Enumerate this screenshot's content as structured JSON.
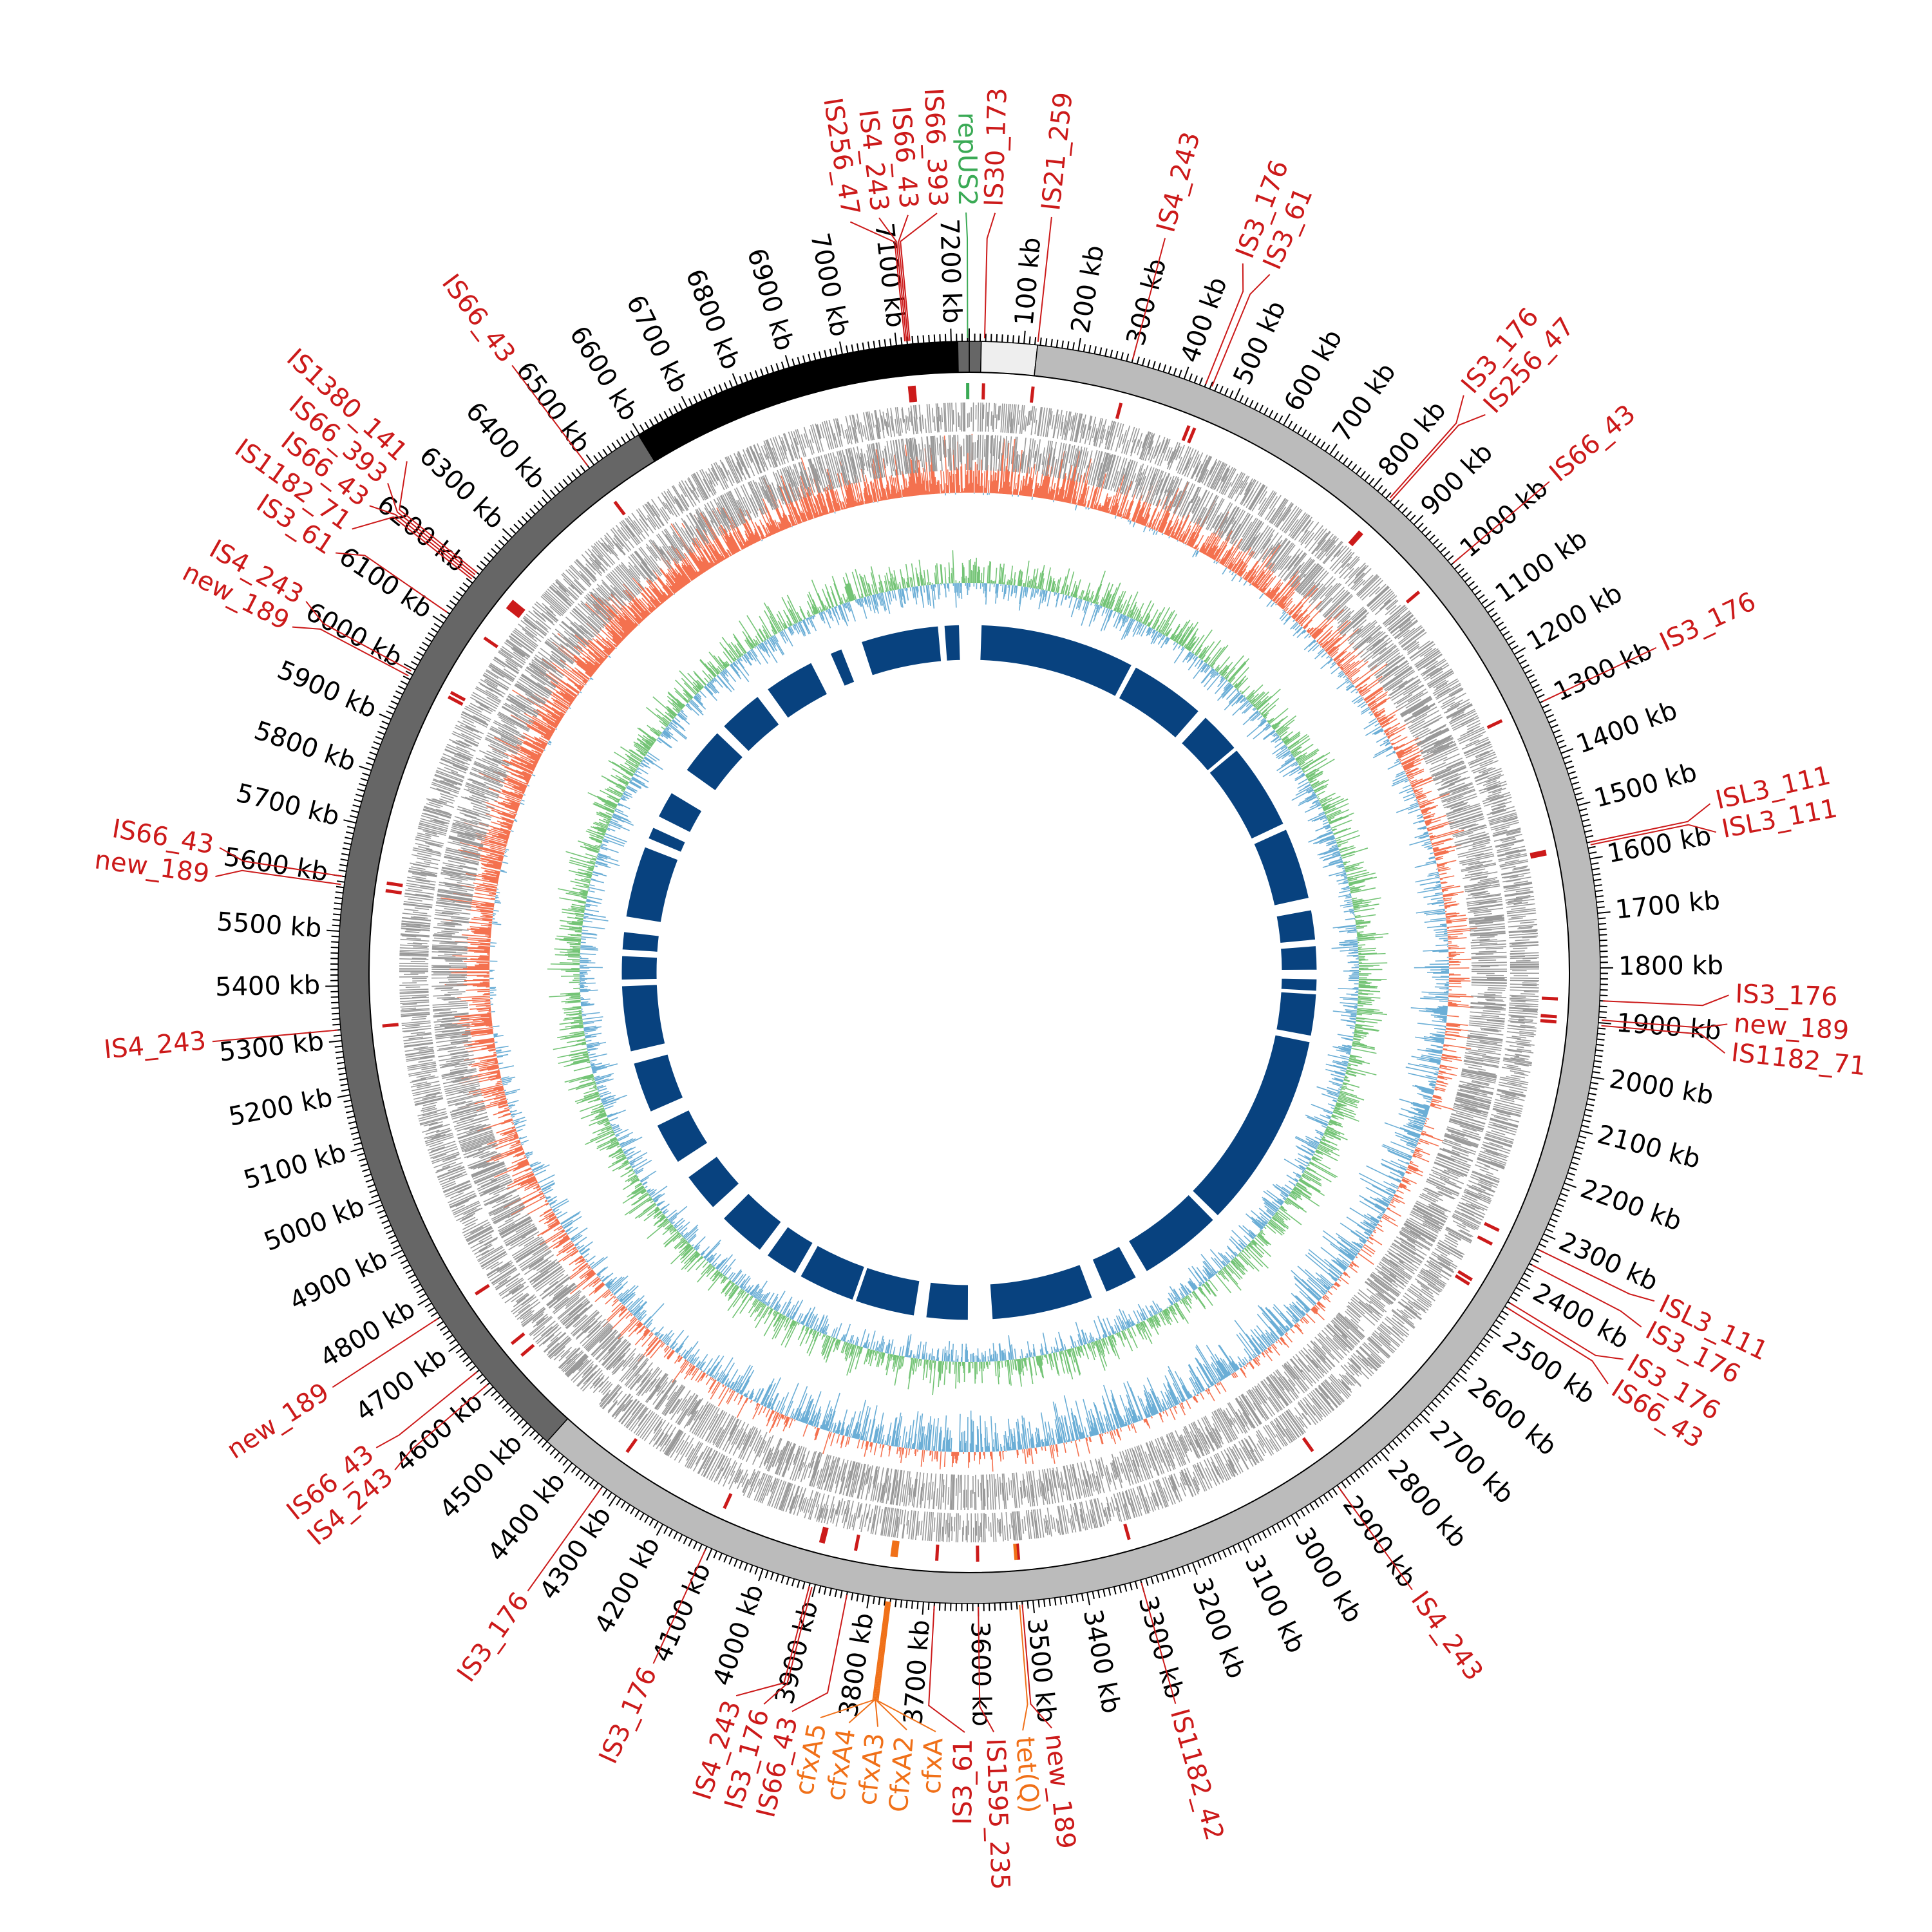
{
  "genome": {
    "total_kb": 7233,
    "tick_step_kb": 100,
    "minor_tick_step_kb": 10,
    "tick_labels": [
      "100 kb",
      "200 kb",
      "300 kb",
      "400 kb",
      "500 kb",
      "600 kb",
      "700 kb",
      "800 kb",
      "900 kb",
      "1000 kb",
      "1100 kb",
      "1200 kb",
      "1300 kb",
      "1400 kb",
      "1500 kb",
      "1600 kb",
      "1700 kb",
      "1800 kb",
      "1900 kb",
      "2000 kb",
      "2100 kb",
      "2200 kb",
      "2300 kb",
      "2400 kb",
      "2500 kb",
      "2600 kb",
      "2700 kb",
      "2800 kb",
      "2900 kb",
      "3000 kb",
      "3100 kb",
      "3200 kb",
      "3300 kb",
      "3400 kb",
      "3500 kb",
      "3600 kb",
      "3700 kb",
      "3800 kb",
      "3900 kb",
      "4000 kb",
      "4100 kb",
      "4200 kb",
      "4300 kb",
      "4400 kb",
      "4500 kb",
      "4600 kb",
      "4700 kb",
      "4800 kb",
      "4900 kb",
      "5000 kb",
      "5100 kb",
      "5200 kb",
      "5300 kb",
      "5400 kb",
      "5500 kb",
      "5600 kb",
      "5700 kb",
      "5800 kb",
      "5900 kb",
      "6000 kb",
      "6100 kb",
      "6200 kb",
      "6300 kb",
      "6400 kb",
      "6500 kb",
      "6600 kb",
      "6700 kb",
      "6800 kb",
      "6900 kb",
      "7000 kb",
      "7100 kb",
      "7200 kb"
    ]
  },
  "contigs": [
    {
      "start": 0,
      "end": 22,
      "color": "#666666"
    },
    {
      "start": 22,
      "end": 125,
      "color": "#eeeeee"
    },
    {
      "start": 125,
      "end": 4460,
      "color": "#bbbbbb"
    },
    {
      "start": 4460,
      "end": 6598,
      "color": "#666666"
    },
    {
      "start": 6598,
      "end": 7212,
      "color": "#000000"
    },
    {
      "start": 7212,
      "end": 7233,
      "color": "#666666"
    }
  ],
  "colors": {
    "is_element": "#cc1a1a",
    "resistance_gene": "#f07018",
    "replicon": "#3aaa55",
    "genes": "#999999",
    "skew_positive": "#f4714f",
    "skew_negative": "#6baed6",
    "gc_positive": "#74c476",
    "gc_negative": "#6baed6",
    "blocks": "#08427f"
  },
  "features": [
    {
      "label": "IS256_47",
      "kb": 7116,
      "type": "is_element"
    },
    {
      "label": "IS4_243",
      "kb": 7119,
      "type": "is_element"
    },
    {
      "label": "IS66_43",
      "kb": 7122,
      "type": "is_element"
    },
    {
      "label": "IS66_393",
      "kb": 7125,
      "type": "is_element"
    },
    {
      "label": "repUS2",
      "kb": 7230,
      "type": "replicon"
    },
    {
      "label": "IS30_173",
      "kb": 28,
      "type": "is_element"
    },
    {
      "label": "IS21_259",
      "kb": 125,
      "type": "is_element"
    },
    {
      "label": "IS4_243",
      "kb": 300,
      "type": "is_element"
    },
    {
      "label": "IS3_176",
      "kb": 440,
      "type": "is_element"
    },
    {
      "label": "IS3_61",
      "kb": 452,
      "type": "is_element"
    },
    {
      "label": "IS3_176",
      "kb": 835,
      "type": "is_element"
    },
    {
      "label": "IS256_47",
      "kb": 840,
      "type": "is_element"
    },
    {
      "label": "IS66_43",
      "kb": 1000,
      "type": "is_element"
    },
    {
      "label": "IS3_176",
      "kb": 1300,
      "type": "is_element"
    },
    {
      "label": "ISL3_111",
      "kb": 1570,
      "type": "is_element"
    },
    {
      "label": "ISL3_111",
      "kb": 1575,
      "type": "is_element"
    },
    {
      "label": "IS3_176",
      "kb": 1860,
      "type": "is_element"
    },
    {
      "label": "new_189",
      "kb": 1895,
      "type": "is_element"
    },
    {
      "label": "IS1182_71",
      "kb": 1905,
      "type": "is_element"
    },
    {
      "label": "ISL3_111",
      "kb": 2330,
      "type": "is_element"
    },
    {
      "label": "IS3_176",
      "kb": 2360,
      "type": "is_element"
    },
    {
      "label": "IS3_176",
      "kb": 2440,
      "type": "is_element"
    },
    {
      "label": "IS66_43",
      "kb": 2450,
      "type": "is_element"
    },
    {
      "label": "IS4_243",
      "kb": 2900,
      "type": "is_element"
    },
    {
      "label": "IS1182_42",
      "kb": 3300,
      "type": "is_element"
    },
    {
      "label": "new_189",
      "kb": 3520,
      "type": "is_element"
    },
    {
      "label": "tet(Q)",
      "kb": 3525,
      "type": "resistance_gene"
    },
    {
      "label": "IS1595_235",
      "kb": 3600,
      "type": "is_element"
    },
    {
      "label": "IS3_61",
      "kb": 3680,
      "type": "is_element"
    },
    {
      "label": "cfxA",
      "kb": 3760,
      "type": "resistance_gene"
    },
    {
      "label": "CfxA2",
      "kb": 3762,
      "type": "resistance_gene"
    },
    {
      "label": "cfxA3",
      "kb": 3764,
      "type": "resistance_gene"
    },
    {
      "label": "cfxA4",
      "kb": 3766,
      "type": "resistance_gene"
    },
    {
      "label": "cfxA5",
      "kb": 3768,
      "type": "resistance_gene"
    },
    {
      "label": "IS66_43",
      "kb": 3840,
      "type": "is_element"
    },
    {
      "label": "IS3_176",
      "kb": 3905,
      "type": "is_element"
    },
    {
      "label": "IS4_243",
      "kb": 3910,
      "type": "is_element"
    },
    {
      "label": "IS3_176",
      "kb": 4110,
      "type": "is_element"
    },
    {
      "label": "IS3_176",
      "kb": 4330,
      "type": "is_element"
    },
    {
      "label": "IS4_243",
      "kb": 4610,
      "type": "is_element"
    },
    {
      "label": "IS66_43",
      "kb": 4640,
      "type": "is_element"
    },
    {
      "label": "new_189",
      "kb": 4760,
      "type": "is_element"
    },
    {
      "label": "IS4_243",
      "kb": 5320,
      "type": "is_element"
    },
    {
      "label": "new_189",
      "kb": 5585,
      "type": "is_element"
    },
    {
      "label": "IS66_43",
      "kb": 5600,
      "type": "is_element"
    },
    {
      "label": "new_189",
      "kb": 5985,
      "type": "is_element"
    },
    {
      "label": "IS4_243",
      "kb": 5995,
      "type": "is_element"
    },
    {
      "label": "IS3_61",
      "kb": 6120,
      "type": "is_element"
    },
    {
      "label": "IS1182_71",
      "kb": 6195,
      "type": "is_element"
    },
    {
      "label": "IS66_43",
      "kb": 6200,
      "type": "is_element"
    },
    {
      "label": "IS66_393",
      "kb": 6205,
      "type": "is_element"
    },
    {
      "label": "IS1380_141",
      "kb": 6210,
      "type": "is_element"
    },
    {
      "label": "IS66_43",
      "kb": 6490,
      "type": "is_element"
    }
  ],
  "blocks_kb": [
    [
      40,
      560
    ],
    [
      575,
      830
    ],
    [
      860,
      1000
    ],
    [
      1010,
      1300
    ],
    [
      1320,
      1560
    ],
    [
      1600,
      1700
    ],
    [
      1720,
      1800
    ],
    [
      1830,
      1870
    ],
    [
      1880,
      2020
    ],
    [
      2040,
      2700
    ],
    [
      2720,
      3000
    ],
    [
      3040,
      3150
    ],
    [
      3200,
      3540
    ],
    [
      3620,
      3760
    ],
    [
      3800,
      4000
    ],
    [
      4010,
      4200
    ],
    [
      4220,
      4330
    ],
    [
      4360,
      4520
    ],
    [
      4570,
      4700
    ],
    [
      4760,
      4900
    ],
    [
      4950,
      5120
    ],
    [
      5160,
      5380
    ],
    [
      5400,
      5480
    ],
    [
      5500,
      5560
    ],
    [
      5610,
      5850
    ],
    [
      5880,
      5920
    ],
    [
      5960,
      6050
    ],
    [
      6140,
      6300
    ],
    [
      6330,
      6480
    ],
    [
      6520,
      6690
    ],
    [
      6760,
      6800
    ],
    [
      6870,
      7130
    ],
    [
      7150,
      7200
    ]
  ]
}
